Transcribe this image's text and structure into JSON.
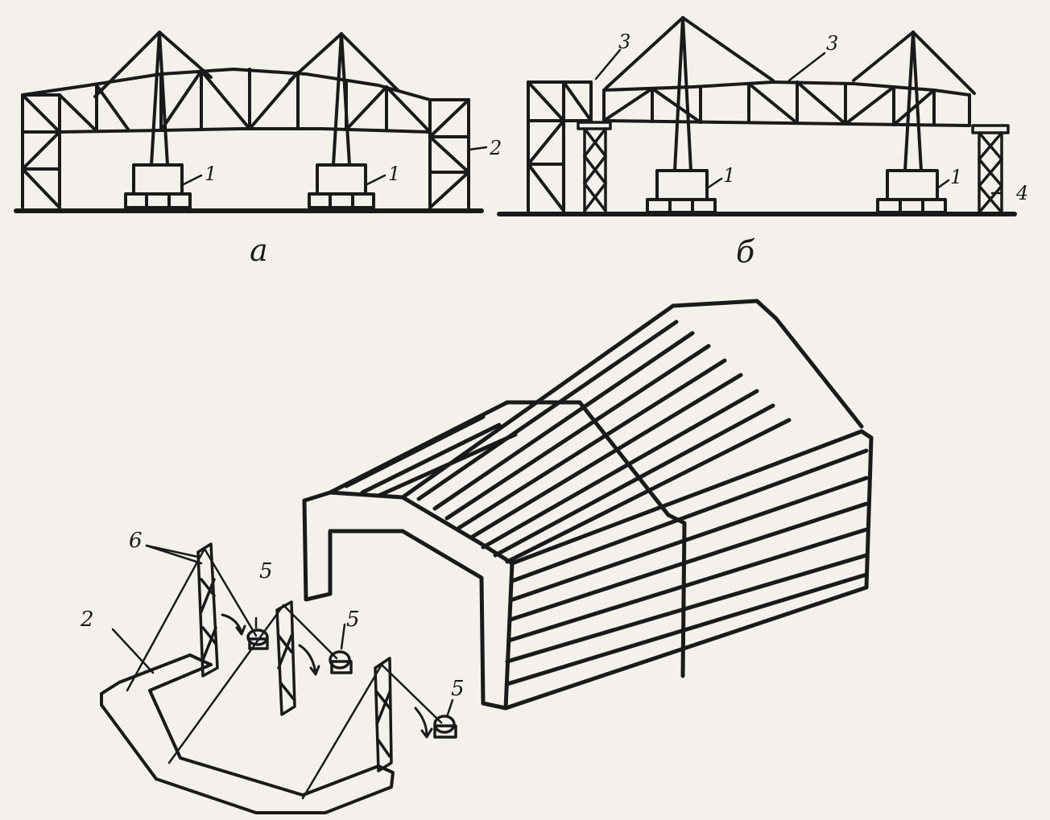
{
  "figure": {
    "panel_a": {
      "caption": "а",
      "labels": {
        "crane": "1",
        "frame": "2"
      }
    },
    "panel_b": {
      "caption": "б",
      "labels": {
        "crane": "1",
        "joint": "3",
        "support": "4"
      }
    },
    "panel_c": {
      "labels": {
        "frame": "2",
        "winch": "5",
        "mast": "6"
      }
    }
  }
}
